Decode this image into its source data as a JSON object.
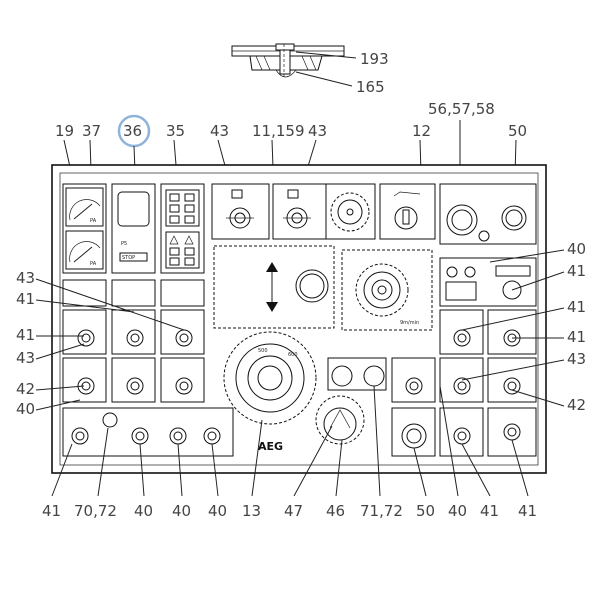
{
  "callouts": {
    "top": [
      "193",
      "165"
    ],
    "upper": [
      "19",
      "37",
      "36",
      "35",
      "43",
      "11,159",
      "43",
      "12",
      "56,57,58",
      "50"
    ],
    "left": [
      "43",
      "41",
      "41",
      "43",
      "42",
      "40"
    ],
    "right": [
      "40",
      "41",
      "41",
      "41",
      "43",
      "42"
    ],
    "bottom": [
      "41",
      "70,72",
      "40",
      "40",
      "40",
      "13",
      "47",
      "46",
      "71,72",
      "50",
      "40",
      "41",
      "41"
    ]
  },
  "highlighted_callout": "36",
  "panel_text": {
    "logo": "AEG",
    "gauge_unit_1": "PA",
    "gauge_unit_2": "PA",
    "stop_button": "STOP",
    "p5_label": "P5",
    "dial_top": "500",
    "dial_top_right": "600",
    "scale_label": "9m/min"
  },
  "colors": {
    "ink": "#111111",
    "label": "#444444",
    "highlight": "#8fb3d9"
  }
}
